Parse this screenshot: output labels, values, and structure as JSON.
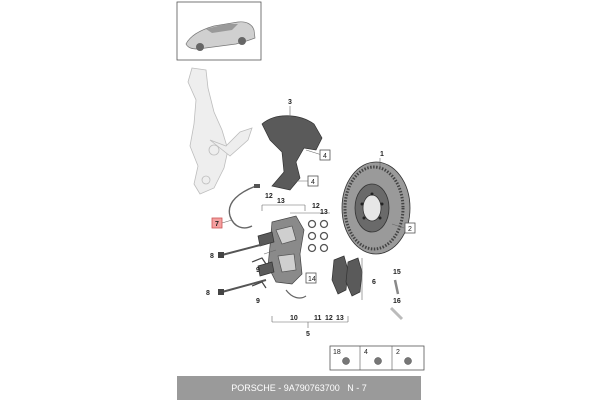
{
  "footer": {
    "brand": "PORSCHE",
    "separator": " - ",
    "part_number": "9A790763700",
    "section": "N - 7"
  },
  "labels": {
    "brake_disc": "1",
    "disc_screw": "2",
    "brake_shield": "3",
    "shield_screw": "4",
    "caliper_assembly": "5",
    "brake_pads": "6",
    "wear_sensor": "7",
    "bolt_upper": "8",
    "bolt_lower": "8",
    "clip_upper": "9",
    "clip_lower": "9",
    "pin_bottom": "10",
    "seal_bottom": "11",
    "kit_top": "12",
    "kit_mid": "12",
    "kit_bottom": "12",
    "ring_top": "13",
    "ring_mid": "13",
    "ring_bottom": "13",
    "caliper_screw": "14",
    "pin_right": "15",
    "spring_right": "16",
    "legend_18": "18",
    "legend_4": "4",
    "legend_2": "2"
  },
  "colors": {
    "highlight": "#f4a0a0",
    "footer_bg": "#9a9a9a"
  }
}
